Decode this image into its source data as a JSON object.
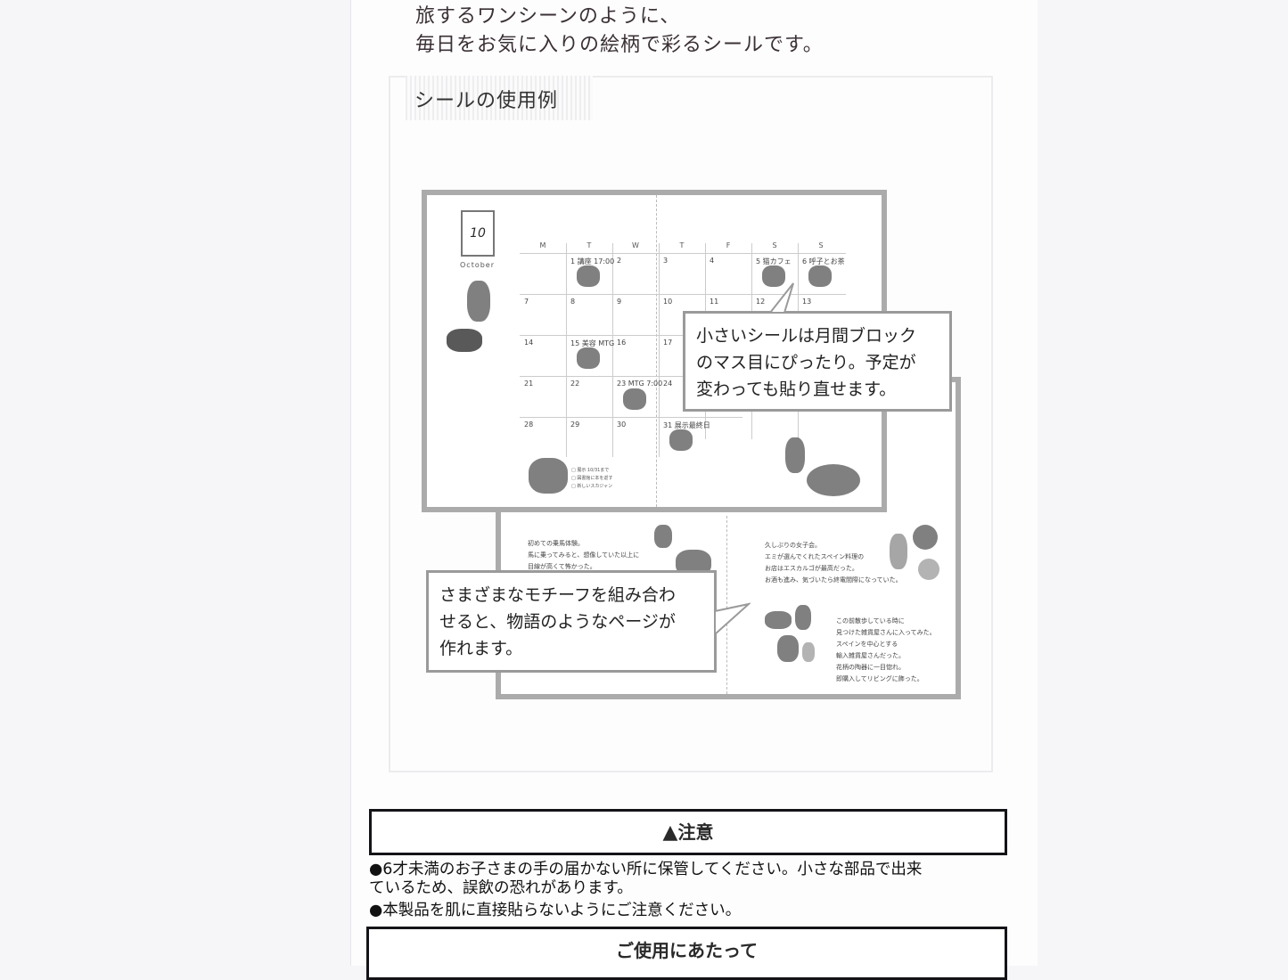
{
  "intro": {
    "line1": "旅するワンシーンのように、",
    "line2": "毎日をお気に入りの絵柄で彩るシールです。"
  },
  "example_section": {
    "label": "シールの使用例",
    "calendar": {
      "month_number": "10",
      "month_name": "October",
      "weekdays": [
        "M",
        "T",
        "W",
        "T",
        "F",
        "S",
        "S"
      ],
      "days": [
        [
          "",
          "1 講座 17:00",
          "2",
          "3",
          "4",
          "5 猫カフェ",
          "6 呼子とお茶"
        ],
        [
          "7",
          "8",
          "9",
          "10",
          "11",
          "12",
          "13"
        ],
        [
          "14",
          "15 美容 MTG",
          "16",
          "17",
          "",
          "",
          ""
        ],
        [
          "21",
          "22",
          "23 MTG 7:00",
          "24",
          "",
          "",
          ""
        ],
        [
          "28",
          "29",
          "30",
          "31 展示最終日",
          "",
          "",
          ""
        ]
      ],
      "todo": [
        "□ 展示 10/31まで",
        "□ 図書館に本を返す",
        "□ 新しいスカジャン"
      ]
    },
    "diary": {
      "left": [
        "初めての乗馬体験。",
        "馬に乗ってみると、想像していた以上に",
        "目線が高くて怖かった。"
      ],
      "right_top": [
        "久しぶりの女子会。",
        "エミが選んでくれたスペイン料理の",
        "お店はエスカルゴが最高だった。",
        "お酒も進み、気づいたら終電間際になっていた。"
      ],
      "right_bottom": [
        "この前散歩している時に",
        "見つけた雑貨屋さんに入ってみた。",
        "スペインを中心とする",
        "輸入雑貨屋さんだった。",
        "花柄の陶器に一目惚れ。",
        "即購入してリビングに飾った。"
      ]
    },
    "callout1": [
      "小さいシールは月間ブロック",
      "のマス目にぴったり。予定が",
      "変わっても貼り直せます。"
    ],
    "callout2": [
      "さまざまなモチーフを組み合わ",
      "せると、物語のようなページが",
      "作れます。"
    ]
  },
  "caution": {
    "icon": "warning-triangle-icon",
    "title": "注意",
    "bullets": [
      "●6才未満のお子さまの手の届かない所に保管してください。小さな部品で出来",
      "ているため、誤飲の恐れがあります。",
      "●本製品を肌に直接貼らないようにご注意ください。"
    ]
  },
  "usage": {
    "title": "ご使用にあたって"
  }
}
